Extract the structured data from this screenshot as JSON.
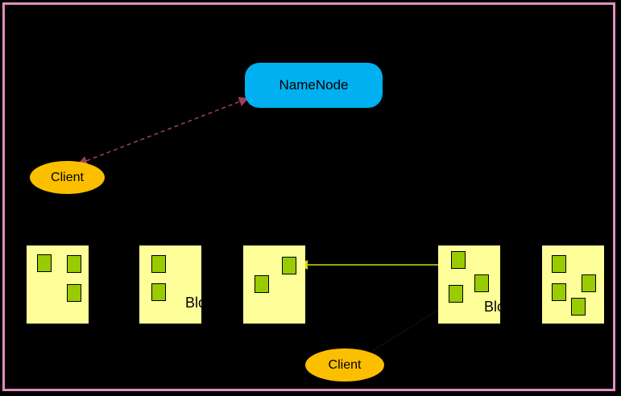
{
  "diagram": {
    "namenode_label": "NameNode",
    "client_top_label": "Client",
    "client_bottom_label": "Client",
    "datanode_label_1": "Blo",
    "datanode_label_2": "Blo"
  },
  "colors": {
    "background": "#000000",
    "frame": "#e08fbf",
    "namenode": "#00b0f0",
    "client": "#fcbf00",
    "datanode": "#ffff99",
    "block": "#99cc00",
    "metadata_arrow": "#a0405a",
    "replication_arrow": "#ccdd00"
  }
}
